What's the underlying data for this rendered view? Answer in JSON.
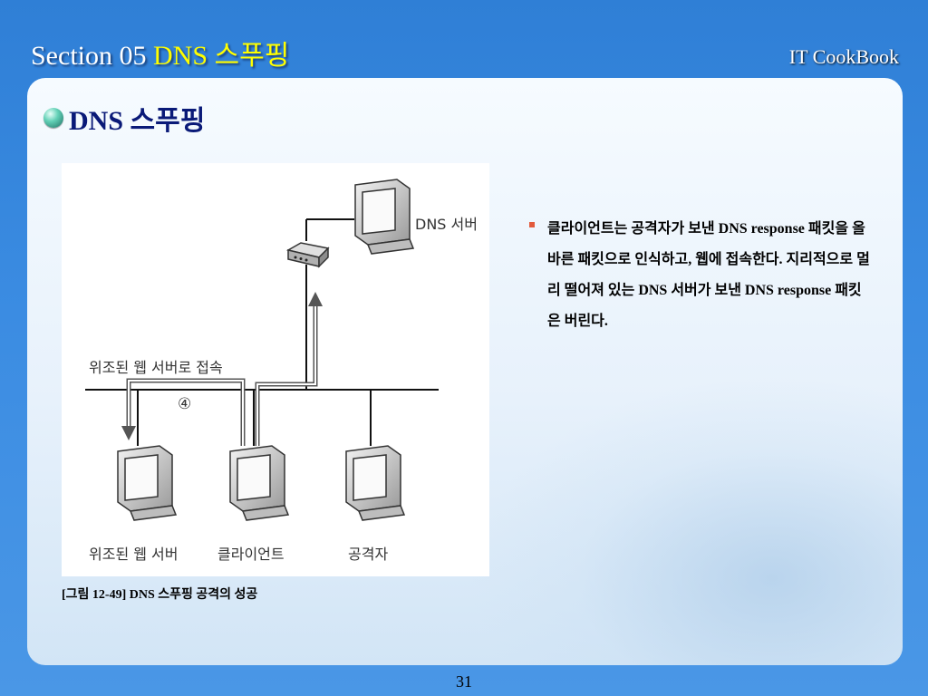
{
  "header": {
    "section": "Section 05",
    "topic": "DNS 스푸핑",
    "brand": "IT CookBook"
  },
  "slide": {
    "heading": "DNS 스푸핑"
  },
  "figure": {
    "labels": {
      "dns_server": "DNS 서버",
      "fake_connect": "위조된 웹 서버로 접속",
      "step": "④",
      "fake_server": "위조된 웹 서버",
      "client": "클라이언트",
      "attacker": "공격자"
    },
    "caption": "[그림 12-49] DNS 스푸핑 공격의 성공"
  },
  "bullets": [
    "클라이언트는 공격자가 보낸 DNS response 패킷을 올바른 패킷으로 인식하고, 웹에 접속한다. 지리적으로 멀리 떨어져 있는 DNS 서버가 보낸 DNS response 패킷은 버린다."
  ],
  "footer": {
    "page": "31"
  }
}
